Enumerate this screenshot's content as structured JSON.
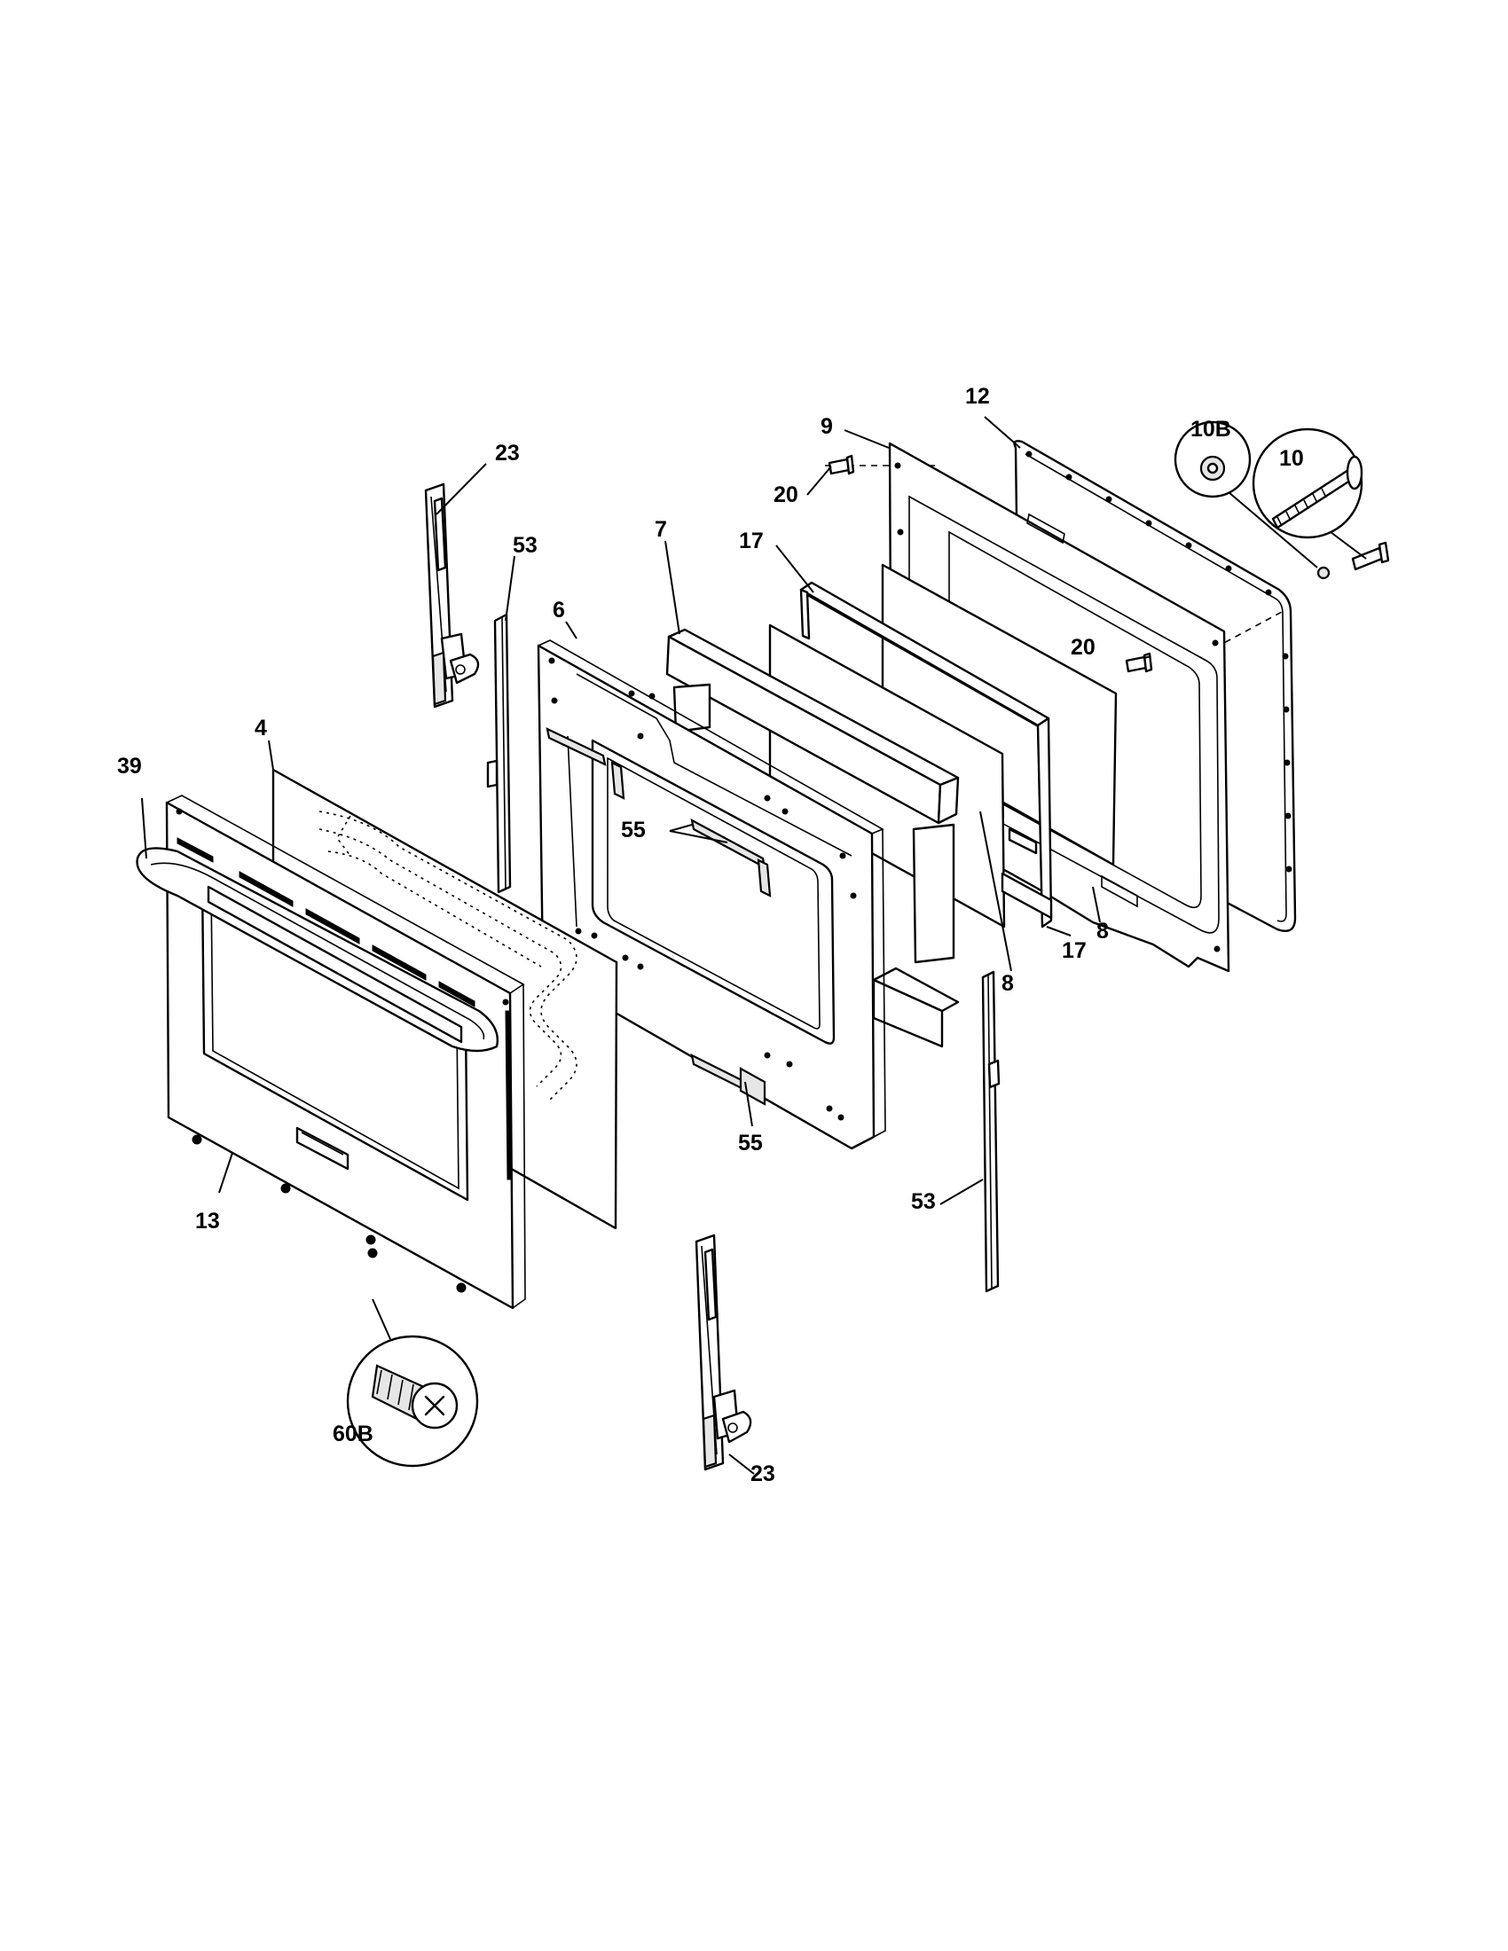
{
  "part_labels": {
    "p23_top": "23",
    "p53_top": "53",
    "p7": "7",
    "p17_top": "17",
    "p9": "9",
    "p12": "12",
    "p10b": "10B",
    "p10": "10",
    "p20_top": "20",
    "p6": "6",
    "p20_right": "20",
    "p4": "4",
    "p39": "39",
    "p55_mid": "55",
    "p8_right": "8",
    "p8_mid": "8",
    "p17_bottom": "17",
    "p55_bottom": "55",
    "p53_bottom": "53",
    "p13": "13",
    "p60b": "60B",
    "p23_bottom": "23"
  },
  "colors": {
    "ink": "#000000",
    "paper": "#ffffff"
  }
}
